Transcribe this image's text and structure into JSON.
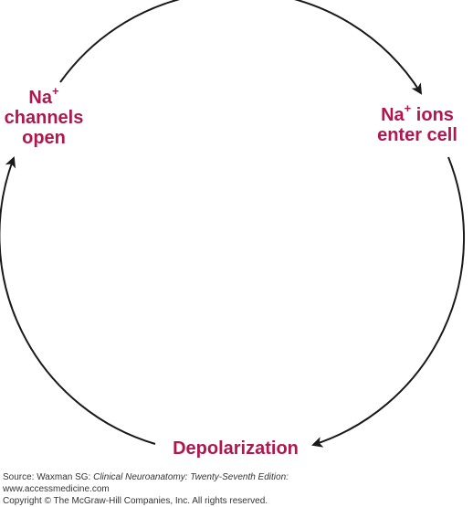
{
  "diagram": {
    "nodes": [
      {
        "id": "na-channels-open",
        "lines": [
          "Na",
          "channels",
          "open"
        ],
        "superscript": "+"
      },
      {
        "id": "na-ions-enter-cell",
        "lines": [
          "Na",
          " ions",
          "enter cell"
        ],
        "superscript": "+"
      },
      {
        "id": "depolarization",
        "lines": [
          "Depolarization"
        ]
      }
    ],
    "edges": [
      {
        "from": "na-channels-open",
        "to": "na-ions-enter-cell"
      },
      {
        "from": "na-ions-enter-cell",
        "to": "depolarization"
      },
      {
        "from": "depolarization",
        "to": "na-channels-open"
      }
    ]
  },
  "source": {
    "prefix": "Source: Waxman SG: ",
    "book_title": "Clinical Neuroanatomy: Twenty-Seventh Edition:",
    "website": "www.accessmedicine.com",
    "copyright": "Copyright © The McGraw-Hill Companies, Inc. All rights reserved."
  },
  "colors": {
    "label": "#b0174f",
    "arrow": "#1a1a1a",
    "source_text": "#333333"
  }
}
